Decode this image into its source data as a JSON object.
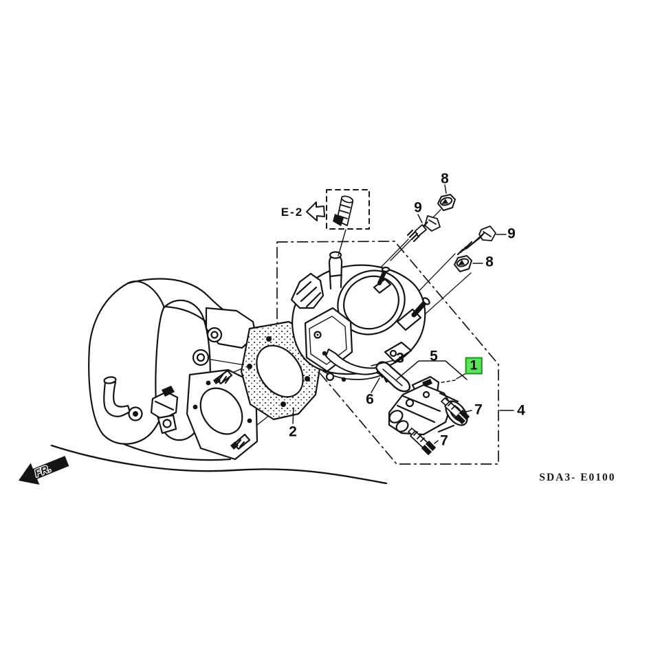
{
  "figure": {
    "code": "SDA3- E0100",
    "front_indicator": "FR.",
    "reference": "E-2",
    "highlight_color": "#5BE45B",
    "highlight_border": "#1D961D",
    "line_color": "#141414"
  },
  "callouts": [
    {
      "id": "1",
      "text": "1",
      "highlighted": true
    },
    {
      "id": "2",
      "text": "2",
      "highlighted": false
    },
    {
      "id": "3",
      "text": "3",
      "highlighted": false
    },
    {
      "id": "4",
      "text": "4",
      "highlighted": false
    },
    {
      "id": "5",
      "text": "5",
      "highlighted": false
    },
    {
      "id": "6",
      "text": "6",
      "highlighted": false
    },
    {
      "id": "7a",
      "text": "7",
      "highlighted": false
    },
    {
      "id": "7b",
      "text": "7",
      "highlighted": false
    },
    {
      "id": "8a",
      "text": "8",
      "highlighted": false
    },
    {
      "id": "8b",
      "text": "8",
      "highlighted": false
    },
    {
      "id": "9a",
      "text": "9",
      "highlighted": false
    },
    {
      "id": "9b",
      "text": "9",
      "highlighted": false
    }
  ]
}
